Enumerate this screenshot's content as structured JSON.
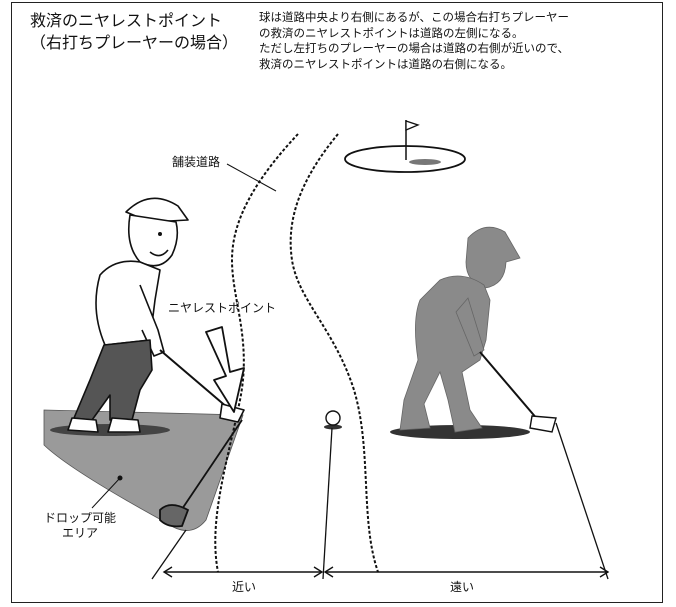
{
  "title": {
    "line1": "救済のニヤレストポイント",
    "line2": "（右打ちプレーヤーの場合）"
  },
  "description": {
    "lines": [
      "球は道路中央より右側にあるが、この場合右打ちプレーヤー",
      "の救済のニヤレストポイントは道路の左側になる。",
      "ただし左打ちのプレーヤーの場合は道路の右側が近いので、",
      "救済のニヤレストポイントは道路の右側になる。"
    ]
  },
  "labels": {
    "paved_road": "舗装道路",
    "nearest_point": "ニヤレストポイント",
    "drop_area_line1": "ドロップ可能",
    "drop_area_line2": "エリア",
    "near": "近い",
    "far": "遠い"
  },
  "colors": {
    "ink": "#111111",
    "shadow_gray": "#8a8a8a",
    "drop_area_gray": "#9a9a9a",
    "skin": "#ffffff"
  }
}
